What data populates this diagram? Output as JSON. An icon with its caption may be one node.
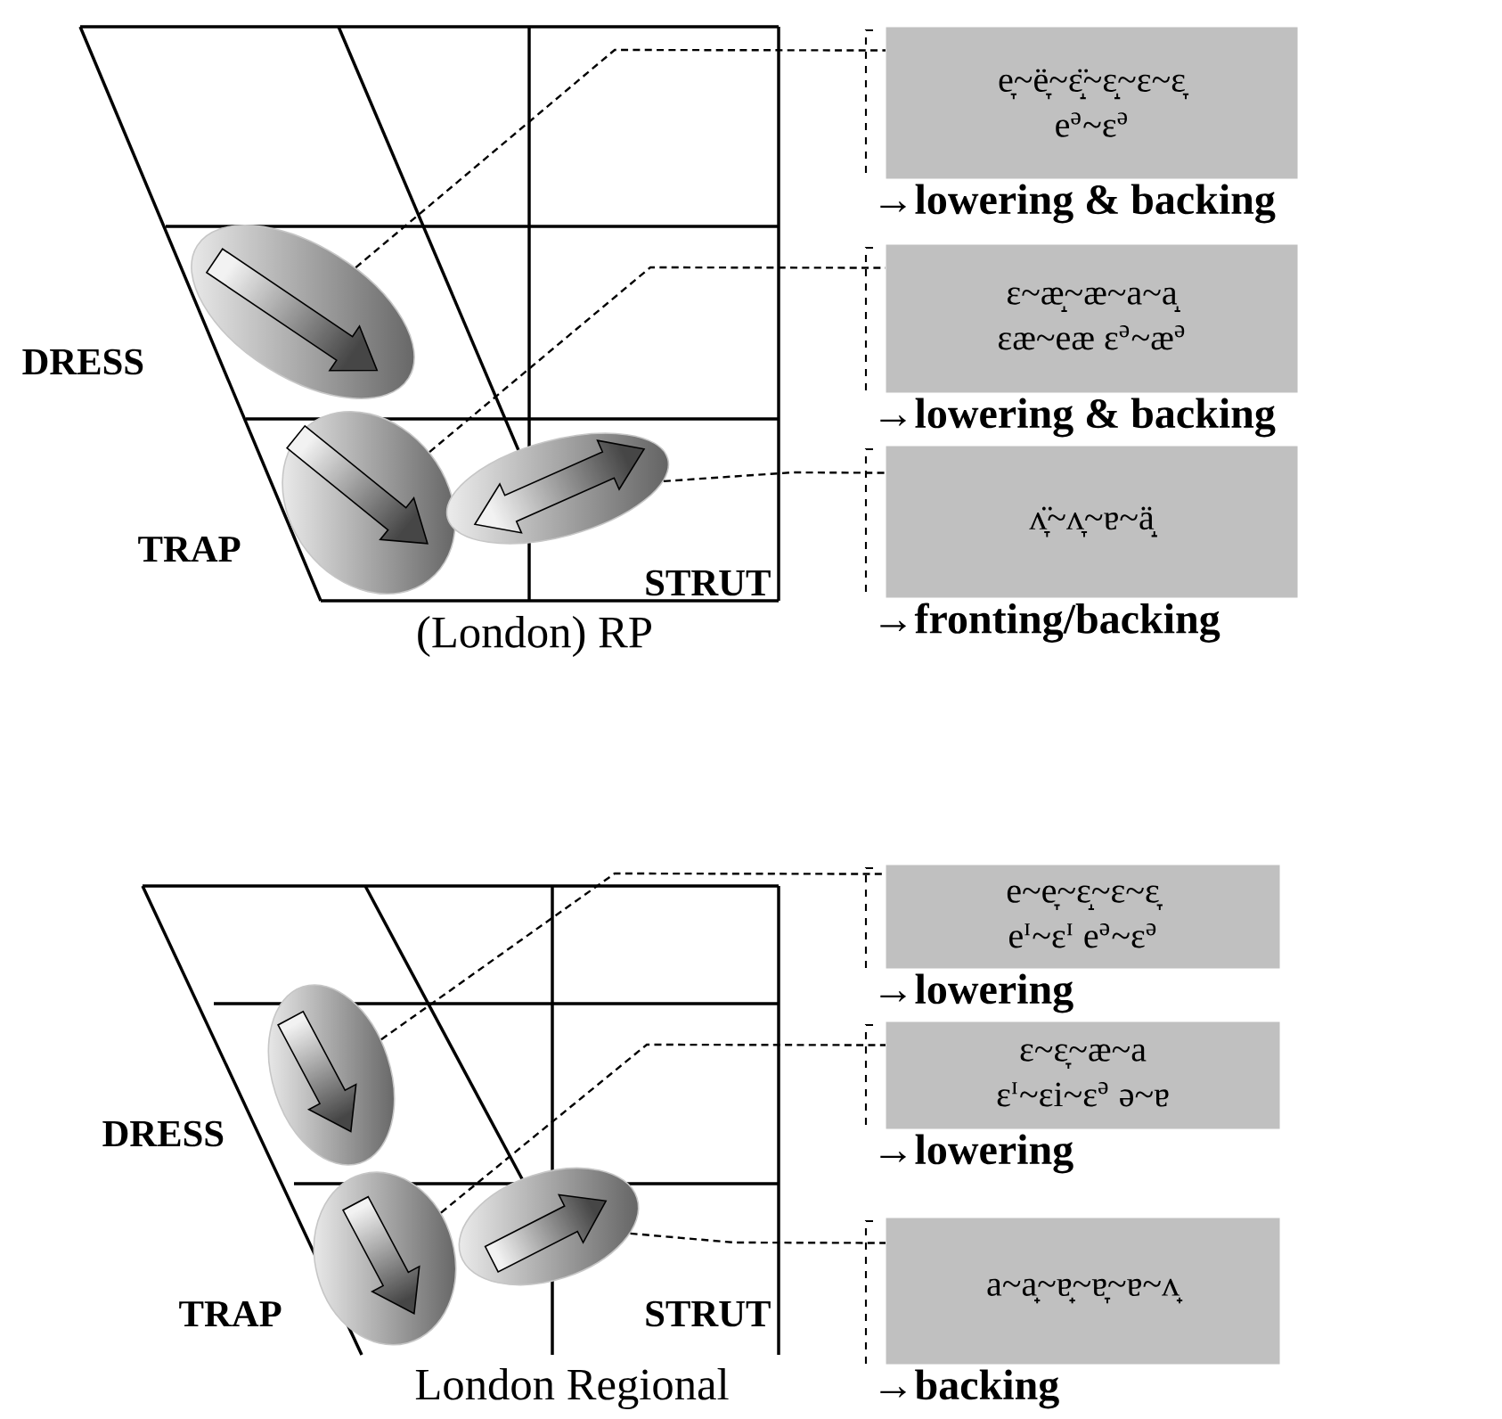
{
  "diagram": {
    "nodes": [
      {
        "text": [],
        "shape": "ellipse",
        "beside": [
          "DRESS"
        ]
      },
      {
        "text": [
          "e̞~ë̞~ɛ̝̈~ɛ̝~ɛ~ɛ̞",
          "e$^{ə}$~ɛ$^{ə}$"
        ],
        "beside": [
          "→lowering & backing"
        ]
      },
      {
        "text": [],
        "shape": "ellipse",
        "beside": [
          "TRAP"
        ]
      },
      {
        "text": [
          "ɛ~æ̝~æ~a~a̝",
          "ɛæ~eæ ɛ$^{ə}$~æ$^{ə}$"
        ],
        "beside": [
          "→lowering & backing"
        ]
      },
      {
        "text": [],
        "shape": "ellipse",
        "beside": [
          "STRUT"
        ]
      },
      {
        "text": [
          "ʌ̞̈~ʌ̞~ɐ~ä̝"
        ],
        "beside": [
          "→fronting/backing"
        ]
      },
      {
        "text": [],
        "shape": "ellipse",
        "beside": [
          "DRESS"
        ]
      },
      {
        "text": [
          "e~e̞~ɛ̝~ɛ~ɛ̞",
          "e$^{ɪ}$~ɛ$^{ɪ}$ e$^{ə}$~ɛ$^{ə}$"
        ],
        "beside": [
          "→lowering"
        ]
      },
      {
        "text": [],
        "shape": "ellipse",
        "beside": [
          "TRAP"
        ]
      },
      {
        "text": [
          "ɛ~ɛ̞~æ~a",
          "ɛ$^{ɪ}$~ɛi~ɛ$^{ə}$ ə~ɐ"
        ],
        "beside": [
          "→lowering"
        ]
      },
      {
        "text": [],
        "shape": "ellipse",
        "beside": [
          "STRUT"
        ]
      },
      {
        "text": [
          "a~a̟~ɐ̟~ɐ̞~ɐ~ʌ̟"
        ],
        "beside": [
          "→backing"
        ]
      }
    ],
    "edges": [
      {
        "from": 0,
        "to": 1,
        "arrow": "none",
        "style": "dashed"
      },
      {
        "from": 2,
        "to": 3,
        "arrow": "none",
        "style": "dashed"
      },
      {
        "from": 4,
        "to": 5,
        "arrow": "none",
        "style": "dashed"
      },
      {
        "from": 6,
        "to": 7,
        "arrow": "none",
        "style": "dashed"
      },
      {
        "from": 8,
        "to": 9,
        "arrow": "none",
        "style": "dashed"
      },
      {
        "from": 10,
        "to": 11,
        "arrow": "none",
        "style": "dashed"
      }
    ],
    "labels": [
      "(London) RP",
      "London Regional"
    ]
  }
}
